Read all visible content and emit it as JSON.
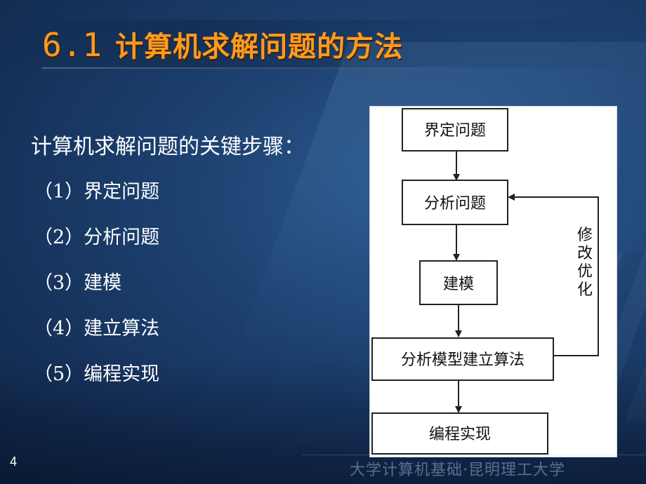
{
  "slide": {
    "title_number": "6.1",
    "title_text": "计算机求解问题的方法",
    "heading": "计算机求解问题的关键步骤：",
    "steps": [
      "（1）界定问题",
      "（2）分析问题",
      "（3）建模",
      "（4）建立算法",
      "（5）编程实现"
    ],
    "page_number": "4",
    "footer": "大学计算机基础·昆明理工大学"
  },
  "flowchart": {
    "boxes": [
      "界定问题",
      "分析问题",
      "建模",
      "分析模型建立算法",
      "编程实现"
    ],
    "feedback_label": [
      "修",
      "改",
      "优",
      "化"
    ]
  },
  "colors": {
    "title": "#ff9a1f",
    "background": "#1c3f6e",
    "text": "#ffffff"
  }
}
